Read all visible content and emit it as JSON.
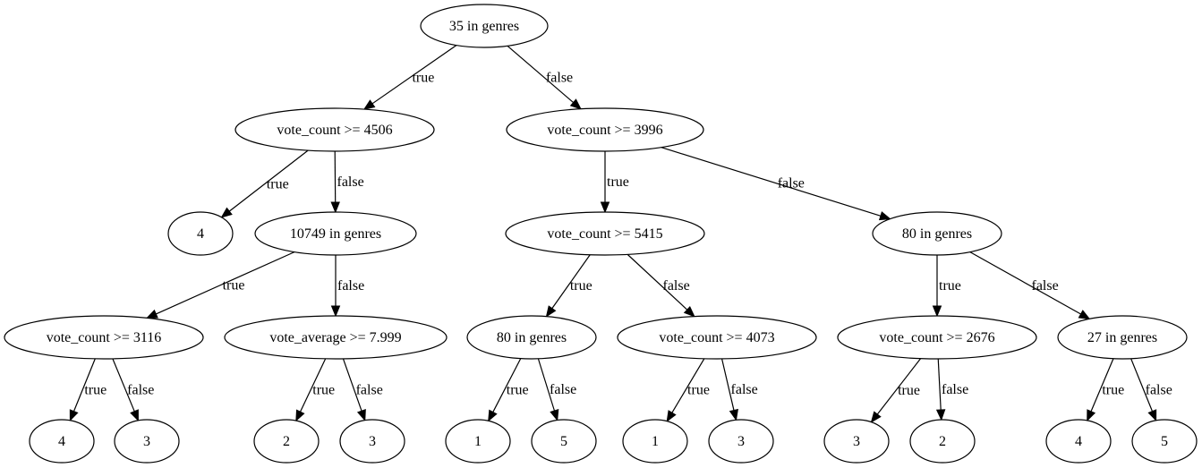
{
  "nodes": [
    {
      "id": "n0",
      "label": "35 in genres"
    },
    {
      "id": "n1",
      "label": "vote_count >= 4506"
    },
    {
      "id": "n2",
      "label": "vote_count >= 3996"
    },
    {
      "id": "n3",
      "label": "4"
    },
    {
      "id": "n4",
      "label": "10749 in genres"
    },
    {
      "id": "n5",
      "label": "vote_count >= 5415"
    },
    {
      "id": "n6",
      "label": "80 in genres"
    },
    {
      "id": "n7",
      "label": "vote_count >= 3116"
    },
    {
      "id": "n8",
      "label": "vote_average >= 7.999"
    },
    {
      "id": "n9",
      "label": "80 in genres"
    },
    {
      "id": "n10",
      "label": "vote_count >= 4073"
    },
    {
      "id": "n11",
      "label": "vote_count >= 2676"
    },
    {
      "id": "n12",
      "label": "27 in genres"
    },
    {
      "id": "n13",
      "label": "4"
    },
    {
      "id": "n14",
      "label": "3"
    },
    {
      "id": "n15",
      "label": "2"
    },
    {
      "id": "n16",
      "label": "3"
    },
    {
      "id": "n17",
      "label": "1"
    },
    {
      "id": "n18",
      "label": "5"
    },
    {
      "id": "n19",
      "label": "1"
    },
    {
      "id": "n20",
      "label": "3"
    },
    {
      "id": "n21",
      "label": "3"
    },
    {
      "id": "n22",
      "label": "2"
    },
    {
      "id": "n23",
      "label": "4"
    },
    {
      "id": "n24",
      "label": "5"
    }
  ],
  "edges": [
    {
      "from": "n0",
      "to": "n1",
      "label": "true"
    },
    {
      "from": "n0",
      "to": "n2",
      "label": "false"
    },
    {
      "from": "n1",
      "to": "n3",
      "label": "true"
    },
    {
      "from": "n1",
      "to": "n4",
      "label": "false"
    },
    {
      "from": "n2",
      "to": "n5",
      "label": "true"
    },
    {
      "from": "n2",
      "to": "n6",
      "label": "false"
    },
    {
      "from": "n4",
      "to": "n7",
      "label": "true"
    },
    {
      "from": "n4",
      "to": "n8",
      "label": "false"
    },
    {
      "from": "n5",
      "to": "n9",
      "label": "true"
    },
    {
      "from": "n5",
      "to": "n10",
      "label": "false"
    },
    {
      "from": "n6",
      "to": "n11",
      "label": "true"
    },
    {
      "from": "n6",
      "to": "n12",
      "label": "false"
    },
    {
      "from": "n7",
      "to": "n13",
      "label": "true"
    },
    {
      "from": "n7",
      "to": "n14",
      "label": "false"
    },
    {
      "from": "n8",
      "to": "n15",
      "label": "true"
    },
    {
      "from": "n8",
      "to": "n16",
      "label": "false"
    },
    {
      "from": "n9",
      "to": "n17",
      "label": "true"
    },
    {
      "from": "n9",
      "to": "n18",
      "label": "false"
    },
    {
      "from": "n10",
      "to": "n19",
      "label": "true"
    },
    {
      "from": "n10",
      "to": "n20",
      "label": "false"
    },
    {
      "from": "n11",
      "to": "n21",
      "label": "true"
    },
    {
      "from": "n11",
      "to": "n22",
      "label": "false"
    },
    {
      "from": "n12",
      "to": "n23",
      "label": "true"
    },
    {
      "from": "n12",
      "to": "n24",
      "label": "false"
    }
  ]
}
